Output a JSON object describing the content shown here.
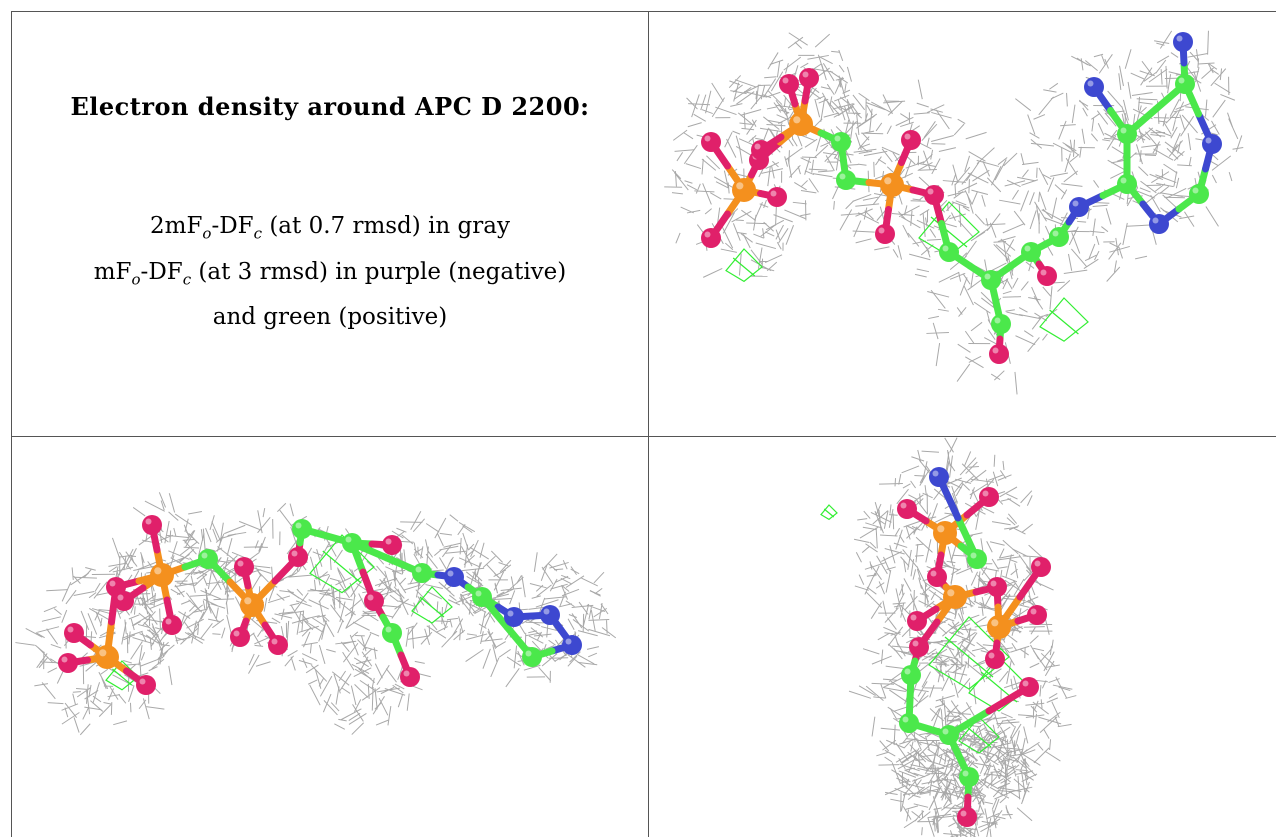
{
  "title": "Electron density around APC D 2200:",
  "legend": {
    "line1_a": "2mF",
    "line1_sub1": "o",
    "line1_b": "-DF",
    "line1_sub2": "c",
    "line1_c": " (at 0.7 rmsd) in gray",
    "line2_a": "mF",
    "line2_sub1": "o",
    "line2_b": "-DF",
    "line2_sub2": "c",
    "line2_c": " (at 3 rmsd) in purple (negative)",
    "line3": "and green (positive)"
  },
  "colors": {
    "mesh": "#9a9a9a",
    "carbon": "#4be84b",
    "oxygen": "#e0206a",
    "phosphorus": "#f4901e",
    "nitrogen": "#3d48d0",
    "positive_density": "#33ee33"
  },
  "panels": [
    {
      "view": "top-right",
      "icon": "molecule-view-1"
    },
    {
      "view": "bottom-left",
      "icon": "molecule-view-2"
    },
    {
      "view": "bottom-right",
      "icon": "molecule-view-3"
    }
  ]
}
